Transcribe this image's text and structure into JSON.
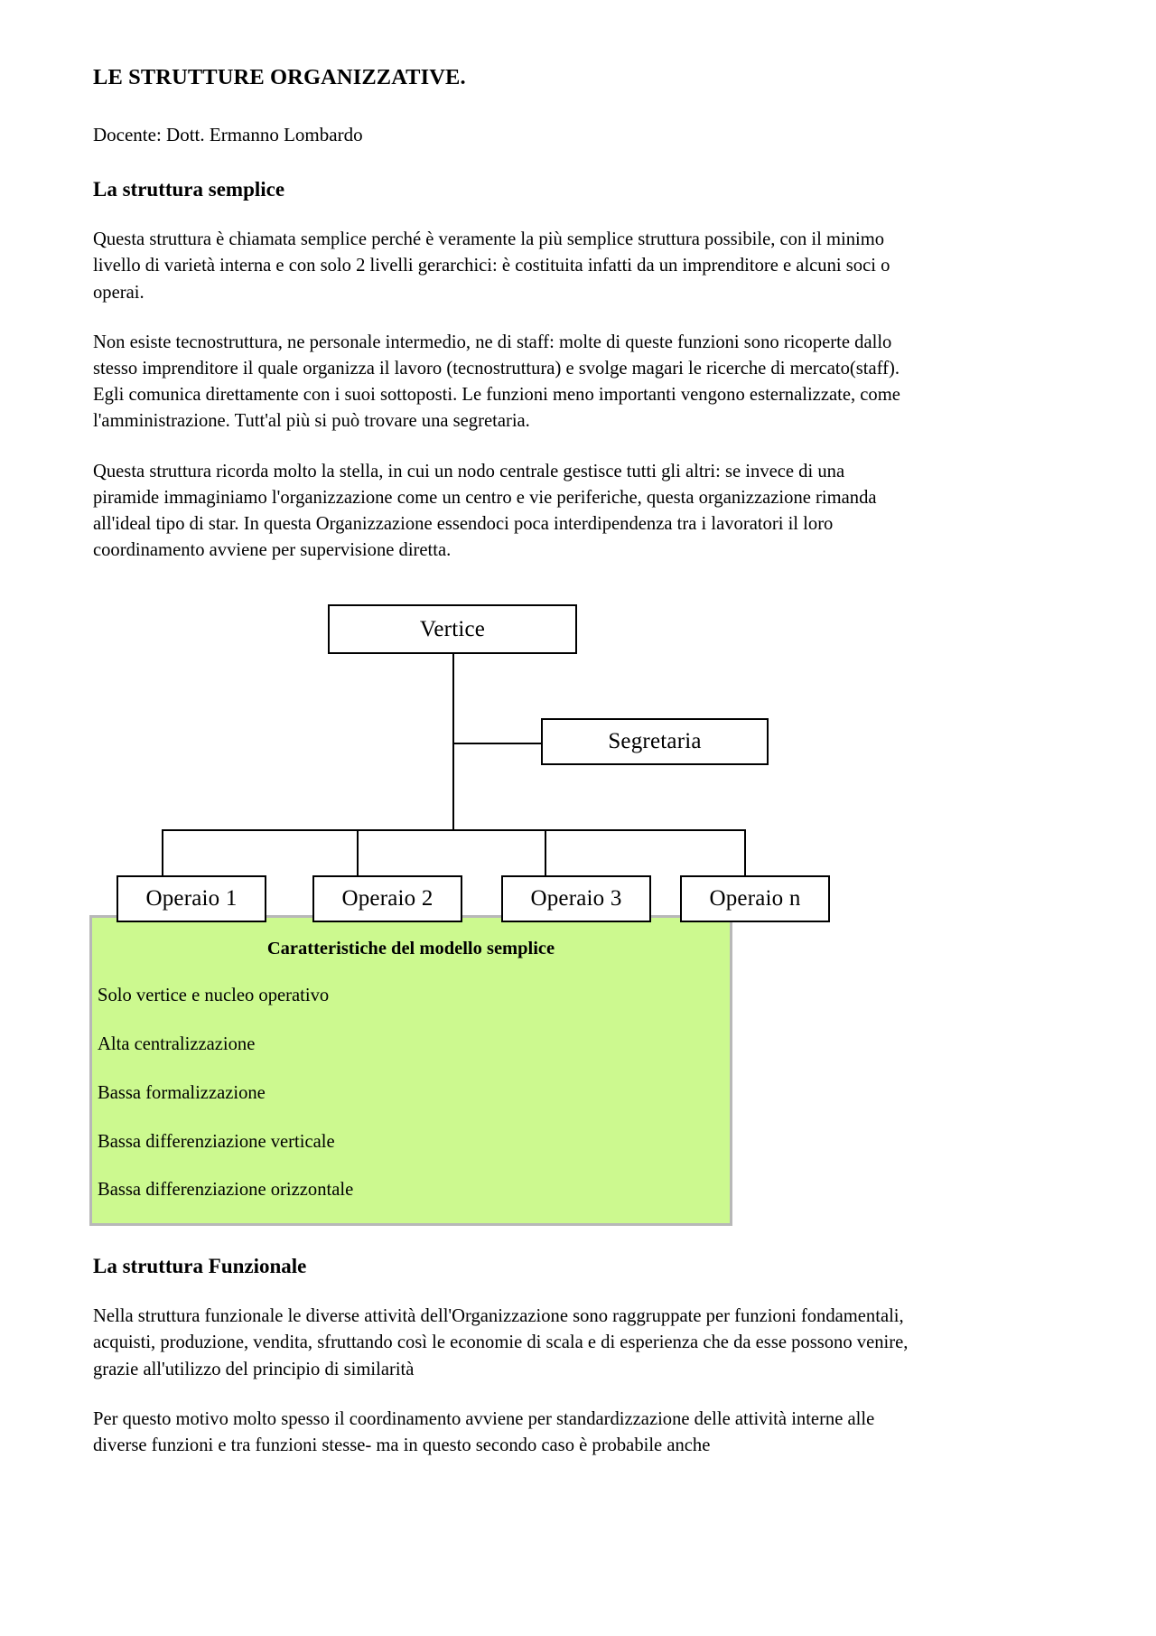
{
  "document": {
    "title": "LE STRUTTURE ORGANIZZATIVE.",
    "byline": "Docente: Dott. Ermanno Lombardo",
    "sections": {
      "semplice": {
        "heading": "La struttura semplice",
        "paragraphs": [
          "Questa struttura è chiamata semplice perché è veramente la più semplice struttura possibile, con il minimo livello di varietà interna e con solo 2 livelli gerarchici: è costituita infatti da un imprenditore e alcuni soci o operai.",
          "Non esiste tecnostruttura, ne personale intermedio, ne di staff: molte di queste funzioni sono ricoperte dallo stesso imprenditore il quale organizza il lavoro (tecnostruttura) e svolge magari le ricerche di mercato(staff). Egli comunica direttamente con i suoi sottoposti. Le funzioni meno importanti vengono esternalizzate, come l'amministrazione. Tutt'al più si può trovare una segretaria.",
          "Questa struttura ricorda molto la stella, in cui un nodo centrale gestisce tutti gli altri: se invece di una piramide immaginiamo l'organizzazione come un centro e vie periferiche, questa organizzazione rimanda all'ideal tipo di star. In questa Organizzazione essendoci poca interdipendenza tra i lavoratori il loro coordinamento avviene per supervisione diretta."
        ]
      },
      "funzionale": {
        "heading": "La struttura Funzionale",
        "paragraphs": [
          "Nella struttura funzionale le diverse attività dell'Organizzazione sono raggruppate per funzioni fondamentali, acquisti, produzione, vendita, sfruttando così le economie di scala e di esperienza che da esse possono venire, grazie all'utilizzo del principio di similarità",
          "Per questo motivo molto spesso il coordinamento avviene per standardizzazione delle attività interne alle diverse funzioni e tra funzioni stesse- ma in questo secondo caso è probabile anche"
        ]
      }
    }
  },
  "org_chart": {
    "top_node": "Vertice",
    "staff_node": "Segretaria",
    "leaf_nodes": [
      "Operaio 1",
      "Operaio 2",
      "Operaio 3",
      "Operaio n"
    ]
  },
  "feature_box": {
    "title": "Caratteristiche del modello semplice",
    "items": [
      "Solo vertice e nucleo operativo",
      "Alta centralizzazione",
      "Bassa formalizzazione",
      "Bassa differenziazione verticale",
      "Bassa differenziazione orizzontale"
    ],
    "background_color": "#ccf98f",
    "border_color": "#b8b8b8"
  }
}
